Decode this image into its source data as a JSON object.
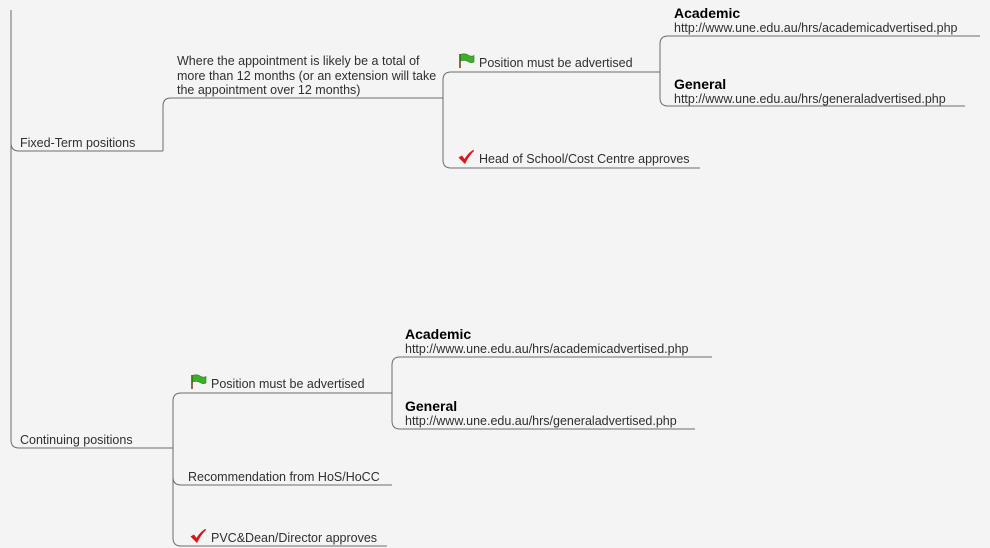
{
  "map": {
    "fixed_term": {
      "label": "Fixed-Term positions",
      "condition": "Where the appointment is likely be a total of more than 12 months (or an extension will take the appointment over 12 months)",
      "advertise": {
        "label": "Position must be advertised",
        "icon": "green-flag-icon",
        "academic": {
          "title": "Academic",
          "url": "http://www.une.edu.au/hrs/academicadvertised.php"
        },
        "general": {
          "title": "General",
          "url": "http://www.une.edu.au/hrs/generaladvertised.php"
        }
      },
      "approval": {
        "label": "Head of School/Cost Centre approves",
        "icon": "red-check-icon"
      }
    },
    "continuing": {
      "label": "Continuing positions",
      "advertise": {
        "label": "Position must be advertised",
        "icon": "green-flag-icon",
        "academic": {
          "title": "Academic",
          "url": "http://www.une.edu.au/hrs/academicadvertised.php"
        },
        "general": {
          "title": "General",
          "url": "http://www.une.edu.au/hrs/generaladvertised.php"
        }
      },
      "recommendation": {
        "label": "Recommendation from HoS/HoCC"
      },
      "approval": {
        "label": "PVC&Dean/Director approves",
        "icon": "red-check-icon"
      }
    }
  },
  "colors": {
    "background": "#f4f4f4",
    "connector": "#6b6b6b",
    "flag": "#3fae29",
    "check": "#d9141b"
  }
}
